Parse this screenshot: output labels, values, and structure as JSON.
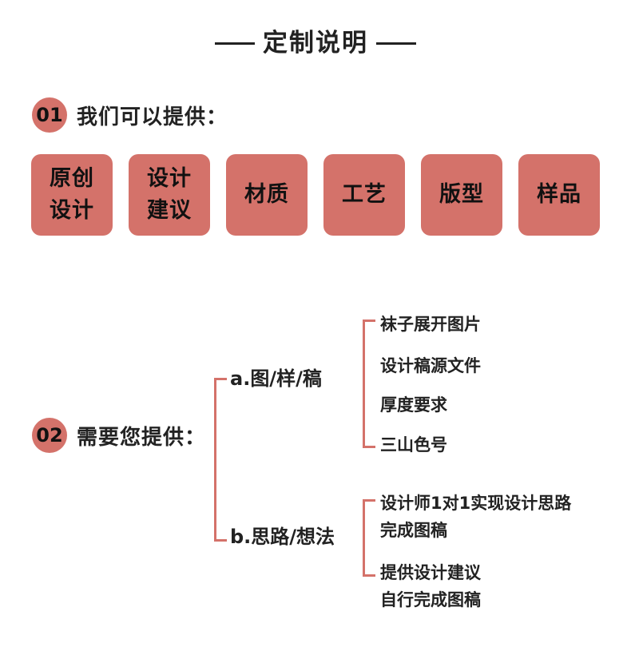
{
  "title": "定制说明",
  "section1": {
    "number": "01",
    "label": "我们可以提供："
  },
  "offerings": [
    "原创设计",
    "设计建议",
    "材质",
    "工艺",
    "版型",
    "样品"
  ],
  "section2": {
    "number": "02",
    "label": "需要您提供："
  },
  "branches": {
    "a": {
      "label": "a.图/样/稿",
      "items": [
        "袜子展开图片",
        "设计稿源文件",
        "厚度要求",
        "三山色号"
      ]
    },
    "b": {
      "label": "b.思路/想法",
      "items": [
        [
          "设计师1对1实现设计思路",
          "完成图稿"
        ],
        [
          "提供设计建议",
          "自行完成图稿"
        ]
      ]
    }
  },
  "colors": {
    "accent": "#d4726a",
    "text": "#222222"
  }
}
